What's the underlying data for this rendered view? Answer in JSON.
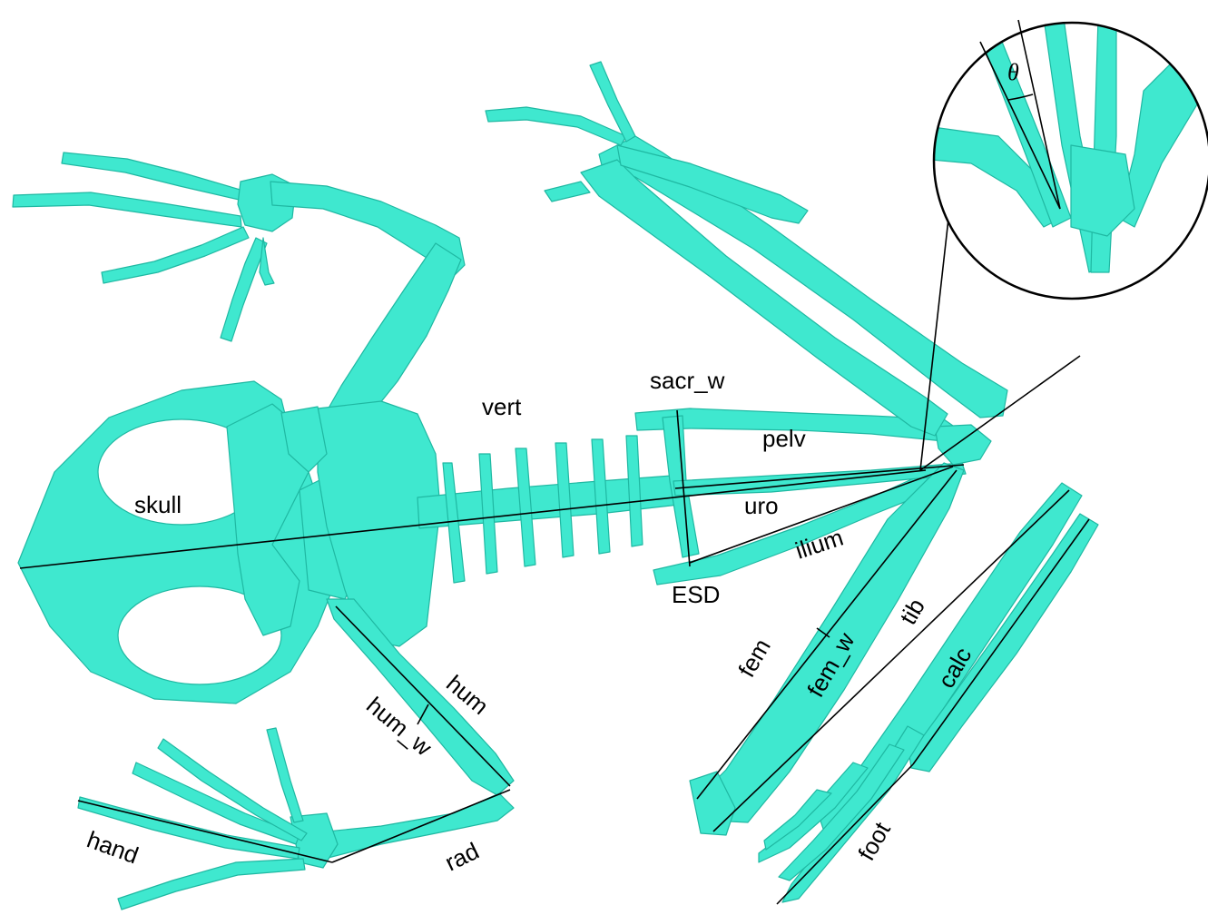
{
  "colors": {
    "bone": "#3fe8cf",
    "bone_edge": "#1fb8a2",
    "line": "#000000",
    "background": "#ffffff"
  },
  "labels": {
    "skull": "skull",
    "vert": "vert",
    "sacr_w": "sacr_w",
    "pelv": "pelv",
    "uro": "uro",
    "ilium": "ilium",
    "esd": "ESD",
    "hum": "hum",
    "hum_w": "hum_w",
    "hand": "hand",
    "rad": "rad",
    "fem": "fem",
    "fem_w": "fem_w",
    "tib": "tib",
    "calc": "calc",
    "foot": "foot",
    "theta": "θ"
  }
}
